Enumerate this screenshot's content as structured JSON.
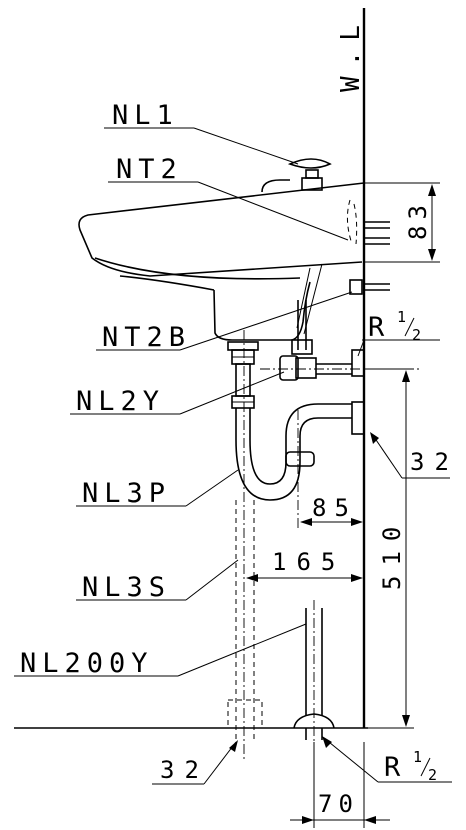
{
  "wall_label": "W.L",
  "parts": {
    "nl1": "NL1",
    "nt2": "NT2",
    "nt2b": "NT2B",
    "nl2y": "NL2Y",
    "nl3p": "NL3P",
    "nl3s": "NL3S",
    "nl200y": "NL200Y"
  },
  "dimensions": {
    "d83": "83",
    "d32_trap": "32",
    "d85": "85",
    "d165": "165",
    "d510": "510",
    "d32_floor": "32",
    "d70": "70"
  },
  "threads": {
    "upper": {
      "letter": "R",
      "numerator": "1",
      "denominator": "2"
    },
    "lower": {
      "letter": "R",
      "numerator": "1",
      "denominator": "2"
    }
  }
}
